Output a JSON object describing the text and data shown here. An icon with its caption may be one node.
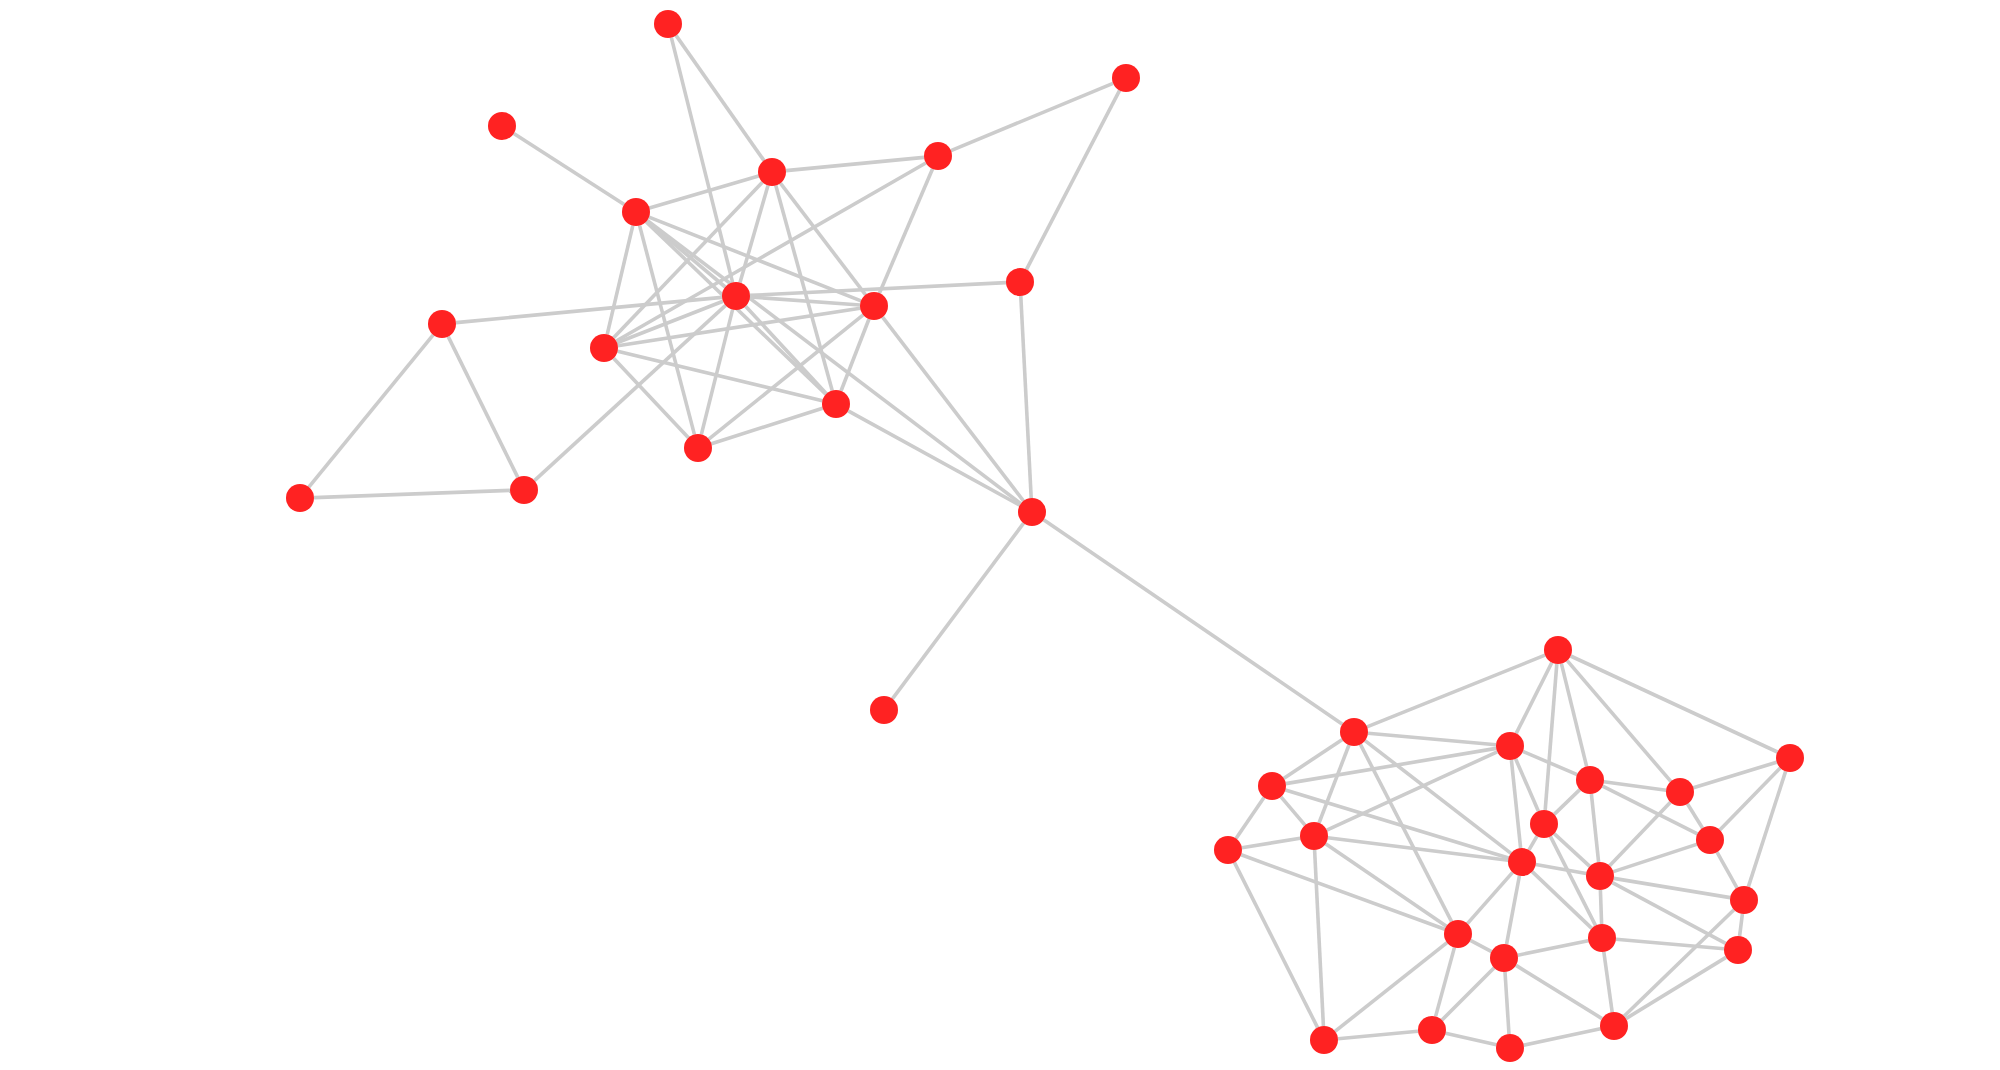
{
  "diagram": {
    "nodes": [
      {
        "text": [],
        "shape": "circle"
      },
      {
        "text": [],
        "shape": "circle"
      },
      {
        "text": [],
        "shape": "circle"
      },
      {
        "text": [],
        "shape": "circle"
      },
      {
        "text": [],
        "shape": "circle"
      },
      {
        "text": [],
        "shape": "circle"
      },
      {
        "text": [],
        "shape": "circle"
      },
      {
        "text": [],
        "shape": "circle"
      },
      {
        "text": [],
        "shape": "circle"
      },
      {
        "text": [],
        "shape": "circle"
      },
      {
        "text": [],
        "shape": "circle"
      },
      {
        "text": [],
        "shape": "circle"
      },
      {
        "text": [],
        "shape": "circle"
      },
      {
        "text": [],
        "shape": "circle"
      },
      {
        "text": [],
        "shape": "circle"
      },
      {
        "text": [],
        "shape": "circle"
      },
      {
        "text": [],
        "shape": "circle"
      },
      {
        "text": [],
        "shape": "circle"
      },
      {
        "text": [],
        "shape": "circle"
      },
      {
        "text": [],
        "shape": "circle"
      },
      {
        "text": [],
        "shape": "circle"
      },
      {
        "text": [],
        "shape": "circle"
      },
      {
        "text": [],
        "shape": "circle"
      },
      {
        "text": [],
        "shape": "circle"
      },
      {
        "text": [],
        "shape": "circle"
      },
      {
        "text": [],
        "shape": "circle"
      },
      {
        "text": [],
        "shape": "circle"
      },
      {
        "text": [],
        "shape": "circle"
      },
      {
        "text": [],
        "shape": "circle"
      },
      {
        "text": [],
        "shape": "circle"
      },
      {
        "text": [],
        "shape": "circle"
      },
      {
        "text": [],
        "shape": "circle"
      },
      {
        "text": [],
        "shape": "circle"
      },
      {
        "text": [],
        "shape": "circle"
      },
      {
        "text": [],
        "shape": "circle"
      },
      {
        "text": [],
        "shape": "circle"
      },
      {
        "text": [],
        "shape": "circle"
      },
      {
        "text": [],
        "shape": "circle"
      },
      {
        "text": [],
        "shape": "circle"
      }
    ],
    "edges": [
      {
        "from": 0,
        "to": 3,
        "arrow": "none"
      },
      {
        "from": 0,
        "to": 6,
        "arrow": "none"
      },
      {
        "from": 1,
        "to": 5,
        "arrow": "none"
      },
      {
        "from": 2,
        "to": 4,
        "arrow": "none"
      },
      {
        "from": 2,
        "to": 8,
        "arrow": "none"
      },
      {
        "from": 3,
        "to": 4,
        "arrow": "none"
      },
      {
        "from": 3,
        "to": 5,
        "arrow": "none"
      },
      {
        "from": 3,
        "to": 6,
        "arrow": "none"
      },
      {
        "from": 3,
        "to": 7,
        "arrow": "none"
      },
      {
        "from": 3,
        "to": 10,
        "arrow": "none"
      },
      {
        "from": 3,
        "to": 11,
        "arrow": "none"
      },
      {
        "from": 4,
        "to": 7,
        "arrow": "none"
      },
      {
        "from": 4,
        "to": 10,
        "arrow": "none"
      },
      {
        "from": 5,
        "to": 6,
        "arrow": "none"
      },
      {
        "from": 5,
        "to": 7,
        "arrow": "none"
      },
      {
        "from": 5,
        "to": 10,
        "arrow": "none"
      },
      {
        "from": 5,
        "to": 11,
        "arrow": "none"
      },
      {
        "from": 5,
        "to": 12,
        "arrow": "none"
      },
      {
        "from": 5,
        "to": 15,
        "arrow": "none"
      },
      {
        "from": 6,
        "to": 7,
        "arrow": "none"
      },
      {
        "from": 6,
        "to": 8,
        "arrow": "none"
      },
      {
        "from": 6,
        "to": 9,
        "arrow": "none"
      },
      {
        "from": 6,
        "to": 10,
        "arrow": "none"
      },
      {
        "from": 6,
        "to": 11,
        "arrow": "none"
      },
      {
        "from": 6,
        "to": 12,
        "arrow": "none"
      },
      {
        "from": 6,
        "to": 14,
        "arrow": "none"
      },
      {
        "from": 7,
        "to": 10,
        "arrow": "none"
      },
      {
        "from": 7,
        "to": 11,
        "arrow": "none"
      },
      {
        "from": 7,
        "to": 12,
        "arrow": "none"
      },
      {
        "from": 7,
        "to": 15,
        "arrow": "none"
      },
      {
        "from": 8,
        "to": 15,
        "arrow": "none"
      },
      {
        "from": 9,
        "to": 13,
        "arrow": "none"
      },
      {
        "from": 9,
        "to": 14,
        "arrow": "none"
      },
      {
        "from": 10,
        "to": 11,
        "arrow": "none"
      },
      {
        "from": 10,
        "to": 12,
        "arrow": "none"
      },
      {
        "from": 11,
        "to": 12,
        "arrow": "none"
      },
      {
        "from": 11,
        "to": 15,
        "arrow": "none"
      },
      {
        "from": 13,
        "to": 14,
        "arrow": "none"
      },
      {
        "from": 15,
        "to": 16,
        "arrow": "none"
      },
      {
        "from": 15,
        "to": 17,
        "arrow": "none"
      },
      {
        "from": 17,
        "to": 18,
        "arrow": "none"
      },
      {
        "from": 17,
        "to": 19,
        "arrow": "none"
      },
      {
        "from": 17,
        "to": 21,
        "arrow": "none"
      },
      {
        "from": 17,
        "to": 26,
        "arrow": "none"
      },
      {
        "from": 17,
        "to": 28,
        "arrow": "none"
      },
      {
        "from": 17,
        "to": 31,
        "arrow": "none"
      },
      {
        "from": 18,
        "to": 19,
        "arrow": "none"
      },
      {
        "from": 18,
        "to": 20,
        "arrow": "none"
      },
      {
        "from": 18,
        "to": 22,
        "arrow": "none"
      },
      {
        "from": 18,
        "to": 23,
        "arrow": "none"
      },
      {
        "from": 18,
        "to": 24,
        "arrow": "none"
      },
      {
        "from": 19,
        "to": 21,
        "arrow": "none"
      },
      {
        "from": 19,
        "to": 22,
        "arrow": "none"
      },
      {
        "from": 19,
        "to": 24,
        "arrow": "none"
      },
      {
        "from": 19,
        "to": 26,
        "arrow": "none"
      },
      {
        "from": 19,
        "to": 28,
        "arrow": "none"
      },
      {
        "from": 20,
        "to": 23,
        "arrow": "none"
      },
      {
        "from": 20,
        "to": 25,
        "arrow": "none"
      },
      {
        "from": 20,
        "to": 30,
        "arrow": "none"
      },
      {
        "from": 21,
        "to": 26,
        "arrow": "none"
      },
      {
        "from": 21,
        "to": 27,
        "arrow": "none"
      },
      {
        "from": 21,
        "to": 28,
        "arrow": "none"
      },
      {
        "from": 22,
        "to": 23,
        "arrow": "none"
      },
      {
        "from": 22,
        "to": 24,
        "arrow": "none"
      },
      {
        "from": 22,
        "to": 25,
        "arrow": "none"
      },
      {
        "from": 22,
        "to": 29,
        "arrow": "none"
      },
      {
        "from": 23,
        "to": 25,
        "arrow": "none"
      },
      {
        "from": 23,
        "to": 29,
        "arrow": "none"
      },
      {
        "from": 24,
        "to": 28,
        "arrow": "none"
      },
      {
        "from": 24,
        "to": 29,
        "arrow": "none"
      },
      {
        "from": 24,
        "to": 32,
        "arrow": "none"
      },
      {
        "from": 25,
        "to": 29,
        "arrow": "none"
      },
      {
        "from": 25,
        "to": 30,
        "arrow": "none"
      },
      {
        "from": 26,
        "to": 27,
        "arrow": "none"
      },
      {
        "from": 26,
        "to": 28,
        "arrow": "none"
      },
      {
        "from": 26,
        "to": 31,
        "arrow": "none"
      },
      {
        "from": 26,
        "to": 35,
        "arrow": "none"
      },
      {
        "from": 27,
        "to": 31,
        "arrow": "none"
      },
      {
        "from": 27,
        "to": 35,
        "arrow": "none"
      },
      {
        "from": 28,
        "to": 29,
        "arrow": "none"
      },
      {
        "from": 28,
        "to": 31,
        "arrow": "none"
      },
      {
        "from": 28,
        "to": 32,
        "arrow": "none"
      },
      {
        "from": 28,
        "to": 34,
        "arrow": "none"
      },
      {
        "from": 29,
        "to": 30,
        "arrow": "none"
      },
      {
        "from": 29,
        "to": 32,
        "arrow": "none"
      },
      {
        "from": 29,
        "to": 33,
        "arrow": "none"
      },
      {
        "from": 30,
        "to": 33,
        "arrow": "none"
      },
      {
        "from": 30,
        "to": 37,
        "arrow": "none"
      },
      {
        "from": 31,
        "to": 34,
        "arrow": "none"
      },
      {
        "from": 31,
        "to": 35,
        "arrow": "none"
      },
      {
        "from": 31,
        "to": 36,
        "arrow": "none"
      },
      {
        "from": 32,
        "to": 33,
        "arrow": "none"
      },
      {
        "from": 32,
        "to": 34,
        "arrow": "none"
      },
      {
        "from": 32,
        "to": 37,
        "arrow": "none"
      },
      {
        "from": 33,
        "to": 37,
        "arrow": "none"
      },
      {
        "from": 34,
        "to": 36,
        "arrow": "none"
      },
      {
        "from": 34,
        "to": 37,
        "arrow": "none"
      },
      {
        "from": 34,
        "to": 38,
        "arrow": "none"
      },
      {
        "from": 35,
        "to": 36,
        "arrow": "none"
      },
      {
        "from": 36,
        "to": 38,
        "arrow": "none"
      },
      {
        "from": 37,
        "to": 38,
        "arrow": "none"
      }
    ]
  }
}
